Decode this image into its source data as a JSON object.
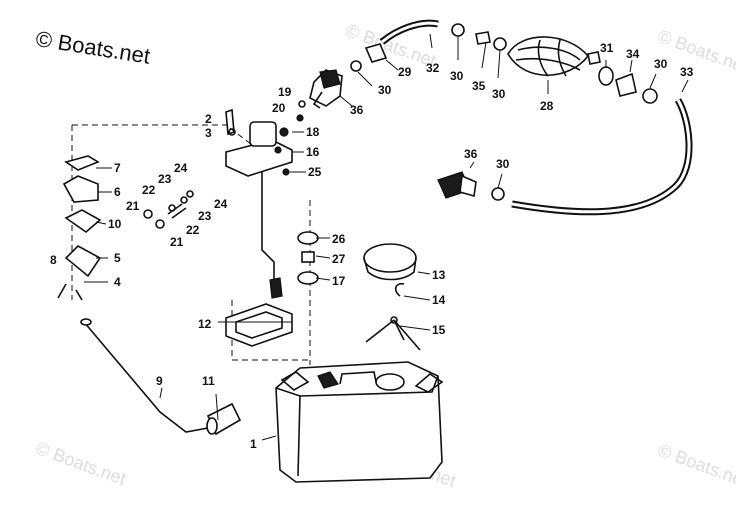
{
  "watermark": {
    "main": "© Boats.net",
    "faint": [
      "© Boats.net",
      "© Boats.net",
      "© Boats.net",
      "© Boats.net",
      "© Boats.net"
    ]
  },
  "callouts": {
    "c1": "1",
    "c2": "2",
    "c3": "3",
    "c4": "4",
    "c5": "5",
    "c6": "6",
    "c7": "7",
    "c8": "8",
    "c9": "9",
    "c10": "10",
    "c11": "11",
    "c12": "12",
    "c13": "13",
    "c14": "14",
    "c15": "15",
    "c16": "16",
    "c17": "17",
    "c18": "18",
    "c19": "19",
    "c20": "20",
    "c21a": "21",
    "c21b": "21",
    "c22a": "22",
    "c22b": "22",
    "c23a": "23",
    "c23b": "23",
    "c24a": "24",
    "c24b": "24",
    "c25": "25",
    "c26": "26",
    "c27": "27",
    "c28": "28",
    "c29": "29",
    "c30a": "30",
    "c30b": "30",
    "c30c": "30",
    "c30d": "30",
    "c30e": "30",
    "c31": "31",
    "c32": "32",
    "c33": "33",
    "c34": "34",
    "c35": "35",
    "c36a": "36",
    "c36b": "36"
  },
  "colors": {
    "ink": "#111111",
    "watermark": "#d9d9d9",
    "background": "#ffffff"
  }
}
